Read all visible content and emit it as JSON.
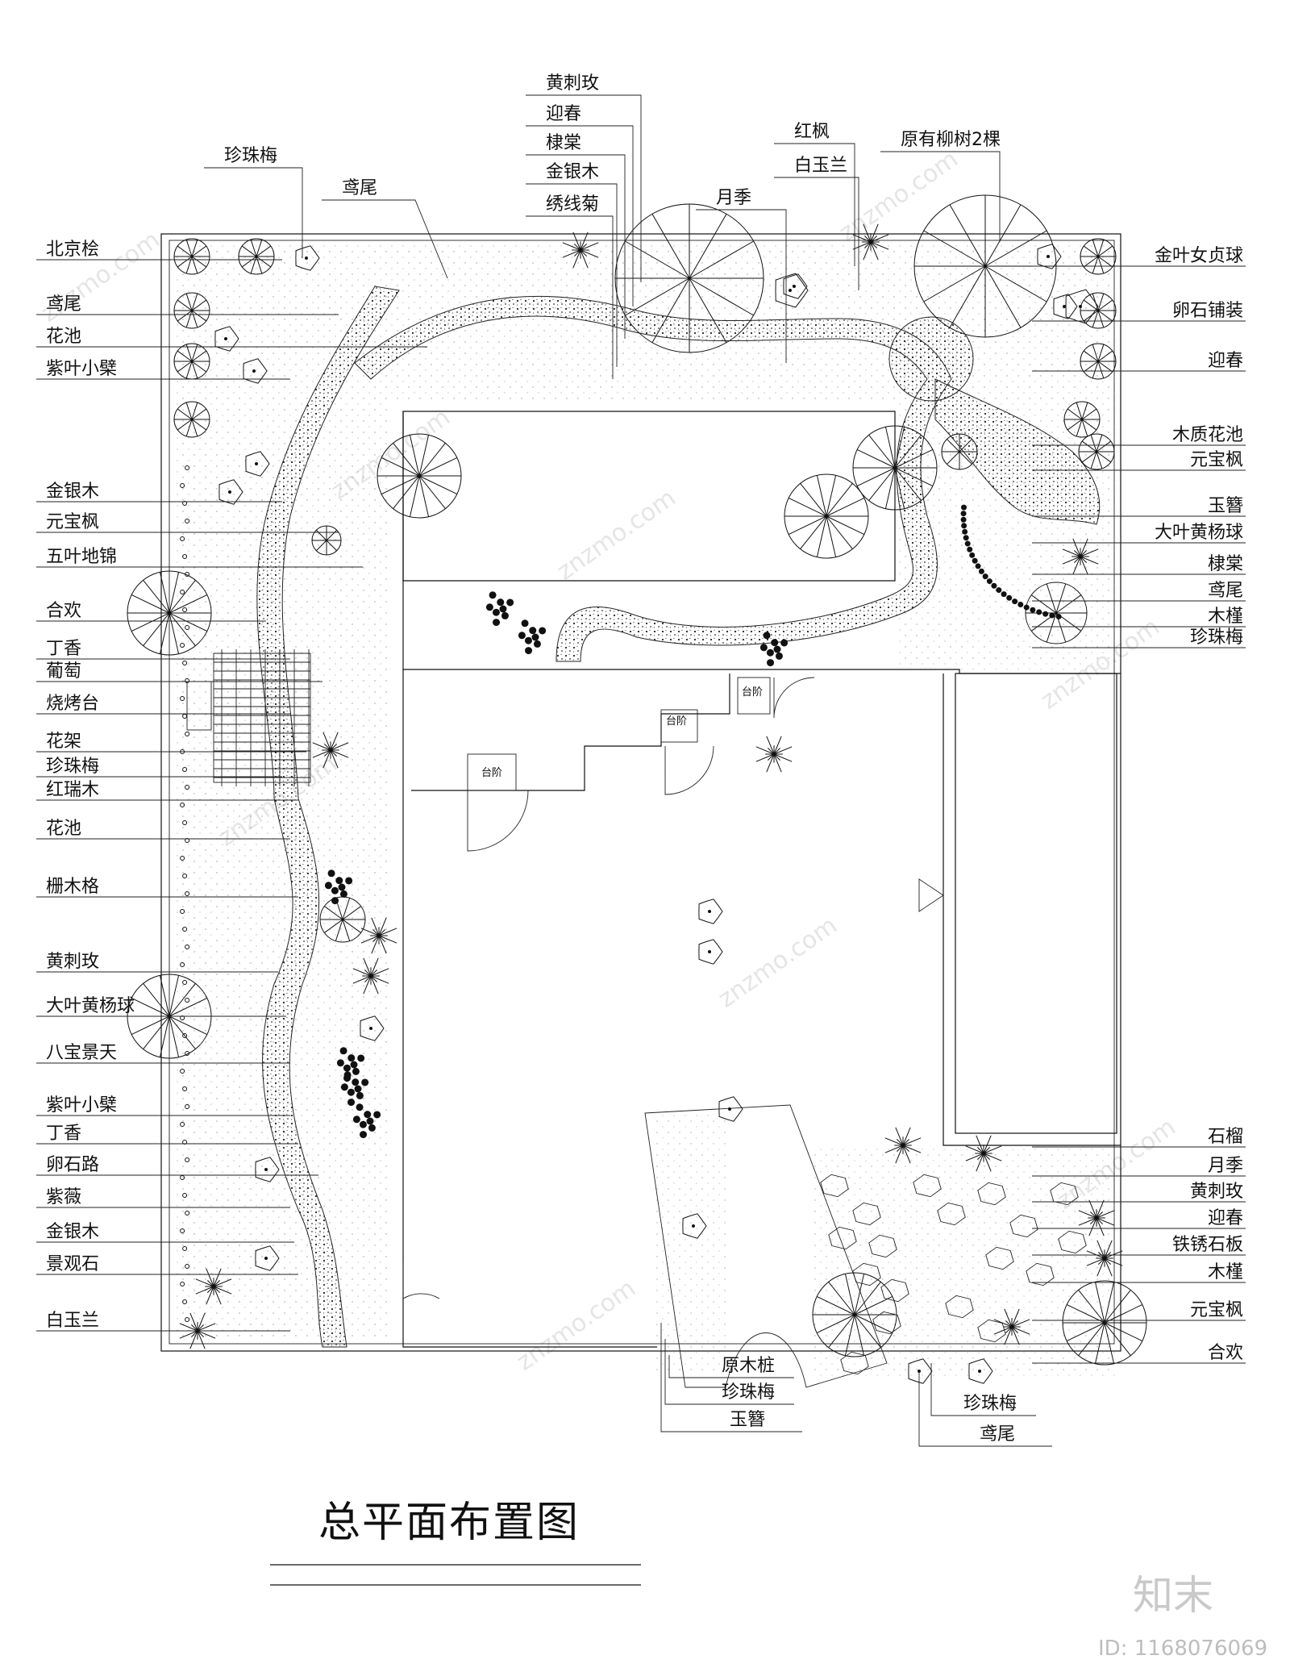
{
  "title": "总平面布置图",
  "brand": "知末",
  "id_text": "ID: 1168076069",
  "watermark": "znzmo.com",
  "platform_labels": [
    "台阶",
    "台阶",
    "台阶"
  ],
  "labels_left": [
    "北京桧",
    "鸢尾",
    "花池",
    "紫叶小檗",
    "金银木",
    "元宝枫",
    "五叶地锦",
    "合欢",
    "丁香",
    "葡萄",
    "烧烤台",
    "花架",
    "珍珠梅",
    "红瑞木",
    "花池",
    "栅木格",
    "黄刺玫",
    "大叶黄杨球",
    "八宝景天",
    "紫叶小檗",
    "丁香",
    "卵石路",
    "紫薇",
    "金银木",
    "景观石",
    "白玉兰"
  ],
  "labels_right": [
    "金叶女贞球",
    "卵石铺装",
    "迎春",
    "木质花池",
    "元宝枫",
    "玉簪",
    "大叶黄杨球",
    "棣棠",
    "鸢尾",
    "木槿",
    "珍珠梅",
    "石榴",
    "月季",
    "黄刺玫",
    "迎春",
    "铁锈石板",
    "木槿",
    "元宝枫",
    "合欢"
  ],
  "labels_top": [
    "珍珠梅",
    "鸢尾",
    "黄刺玫",
    "迎春",
    "棣棠",
    "金银木",
    "绣线菊",
    "月季",
    "红枫",
    "白玉兰",
    "原有柳树2棵"
  ],
  "labels_bottom": [
    "原木桩",
    "珍珠梅",
    "玉簪",
    "珍珠梅",
    "鸢尾"
  ]
}
